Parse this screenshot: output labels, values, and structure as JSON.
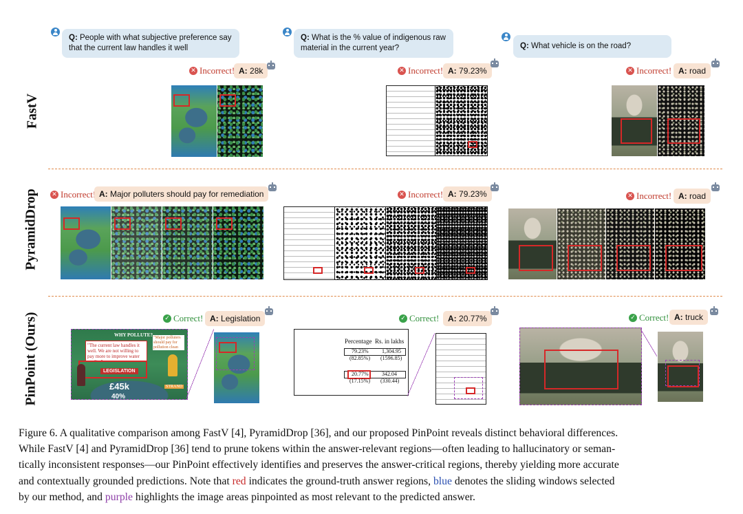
{
  "rows": {
    "fastv": "FastV",
    "pyramiddrop": "PyramidDrop",
    "pinpoint": "PinPoint (Ours)"
  },
  "questions": {
    "q1": {
      "prefix": "Q:",
      "text": "People with what subjective preference say that the current  law handles it well"
    },
    "q2": {
      "prefix": "Q:",
      "text": "What is the % value of indigenous raw material in the current year?"
    },
    "q3": {
      "prefix": "Q:",
      "text": "What vehicle is on the road?"
    }
  },
  "verdicts": {
    "incorrect": "Incorrect!",
    "correct": "Correct!"
  },
  "answers": {
    "fastv": {
      "a1": "28k",
      "a2": "79.23%",
      "a3": "road"
    },
    "pyramiddrop": {
      "a1": "Major polluters should pay for remediation",
      "a2": "79.23%",
      "a3": "road"
    },
    "pinpoint": {
      "a1": "Legislation",
      "a2": "20.77%",
      "a3": "truck"
    }
  },
  "answer_prefix": "A:",
  "zoom": {
    "leg_quote": "\"The current law handles it well. We are not willing to pay more to improve water quality\"",
    "leg_label": "LEGISLATION",
    "leg_money": "£45k",
    "leg_head": "WHY POLLUTE?",
    "leg_side": "\"Major polluters should pay for pollution clean up\"",
    "leg_bottom": "40%",
    "leg_strand": "STRAND",
    "tbl_h1": "Percentage",
    "tbl_h2": "Rs. in lakhs",
    "tbl_r1a": "79.23%",
    "tbl_r1b": "1,304.95",
    "tbl_r2a": "(82.85%)",
    "tbl_r2b": "(1596.85)",
    "tbl_r3a": "20.77%",
    "tbl_r3b": "342.04",
    "tbl_r4a": "(17.15%)",
    "tbl_r4b": "(330.44)"
  },
  "caption": {
    "line1": "Figure 6. A qualitative comparison among FastV [4], PyramidDrop [36], and our proposed PinPoint reveals distinct behavioral differences.",
    "line2": "While FastV [4] and PyramidDrop [36] tend to prune tokens within the answer-relevant regions—often leading to hallucinatory or seman-",
    "line3": "tically inconsistent responses—our PinPoint effectively identifies and preserves the answer-critical regions, thereby yielding more accurate",
    "line4a": "and contextually grounded predictions. Note that ",
    "red": "red",
    "line4b": " indicates the ground-truth answer regions, ",
    "blue": "blue",
    "line4c": " denotes the sliding windows selected",
    "line5a": "by our method, and ",
    "purple": "purple",
    "line5b": " highlights the image areas pinpointed as most relevant to the predicted answer."
  },
  "colors": {
    "red": "#c62828",
    "blue": "#2a4fb0",
    "purple": "#8e3fa8",
    "bubble": "#dce9f3",
    "answer": "#f8e3d3"
  }
}
